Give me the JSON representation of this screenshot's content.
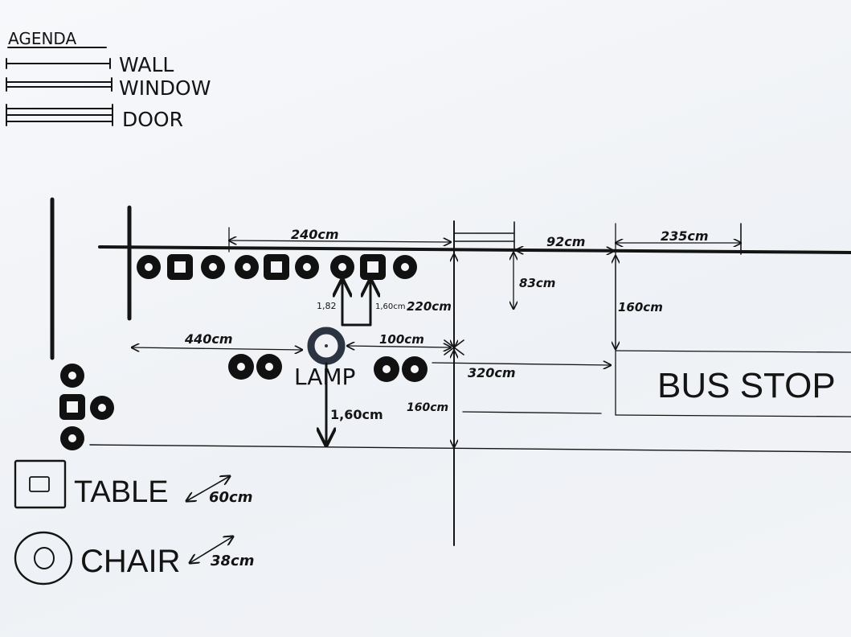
{
  "legend": {
    "title": "AGENDA",
    "wall": "WALL",
    "window": "WINDOW",
    "door": "DOOR"
  },
  "labels": {
    "lamp": "LAMP",
    "bus_stop": "BUS STOP",
    "table": "TABLE",
    "chair": "CHAIR"
  },
  "dimensions": {
    "d240": "240cm",
    "d92": "92cm",
    "d235": "235cm",
    "d83": "83cm",
    "d182": "1,82",
    "d160small": "1,60cm",
    "d220": "220cm",
    "d160right": "160cm",
    "d440": "440cm",
    "d100": "100cm",
    "d320": "320cm",
    "d160lamp": "1,60cm",
    "d160left": "160cm",
    "d60": "60cm",
    "d38": "38cm"
  },
  "colors": {
    "ink": "#141414",
    "paper": "#f3f5f8",
    "lamp": "#2b3440"
  },
  "icons": [
    "table-icon",
    "chair-icon",
    "lamp-icon"
  ]
}
